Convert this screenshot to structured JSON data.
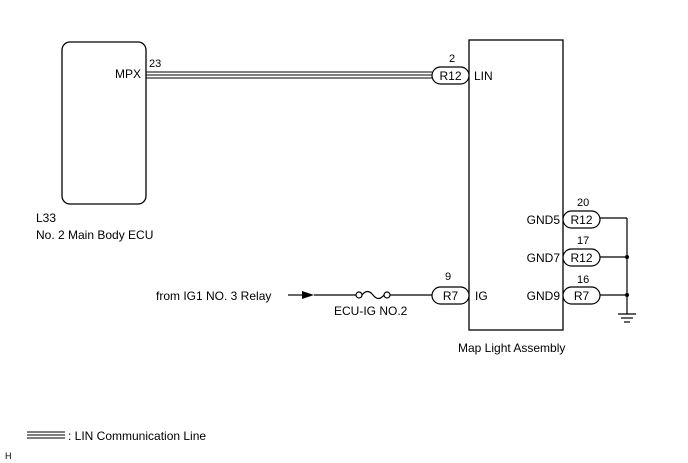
{
  "colors": {
    "line": "#000000",
    "background": "#ffffff"
  },
  "ecu": {
    "code": "L33",
    "name": "No. 2 Main Body ECU",
    "terminal": "MPX",
    "pin": "23"
  },
  "map_light": {
    "name": "Map Light Assembly",
    "terminals": {
      "lin": {
        "label": "LIN",
        "pin": "2",
        "connector": "R12"
      },
      "ig": {
        "label": "IG",
        "pin": "9",
        "connector": "R7"
      },
      "gnd5": {
        "label": "GND5",
        "pin": "20",
        "connector": "R12"
      },
      "gnd7": {
        "label": "GND7",
        "pin": "17",
        "connector": "R12"
      },
      "gnd9": {
        "label": "GND9",
        "pin": "16",
        "connector": "R7"
      }
    }
  },
  "power_source": "from IG1 NO. 3 Relay",
  "fuse": "ECU-IG NO.2",
  "ground_icon": "ground-symbol-icon",
  "legend": {
    "text": ": LIN Communication Line"
  },
  "footer_code": "H"
}
